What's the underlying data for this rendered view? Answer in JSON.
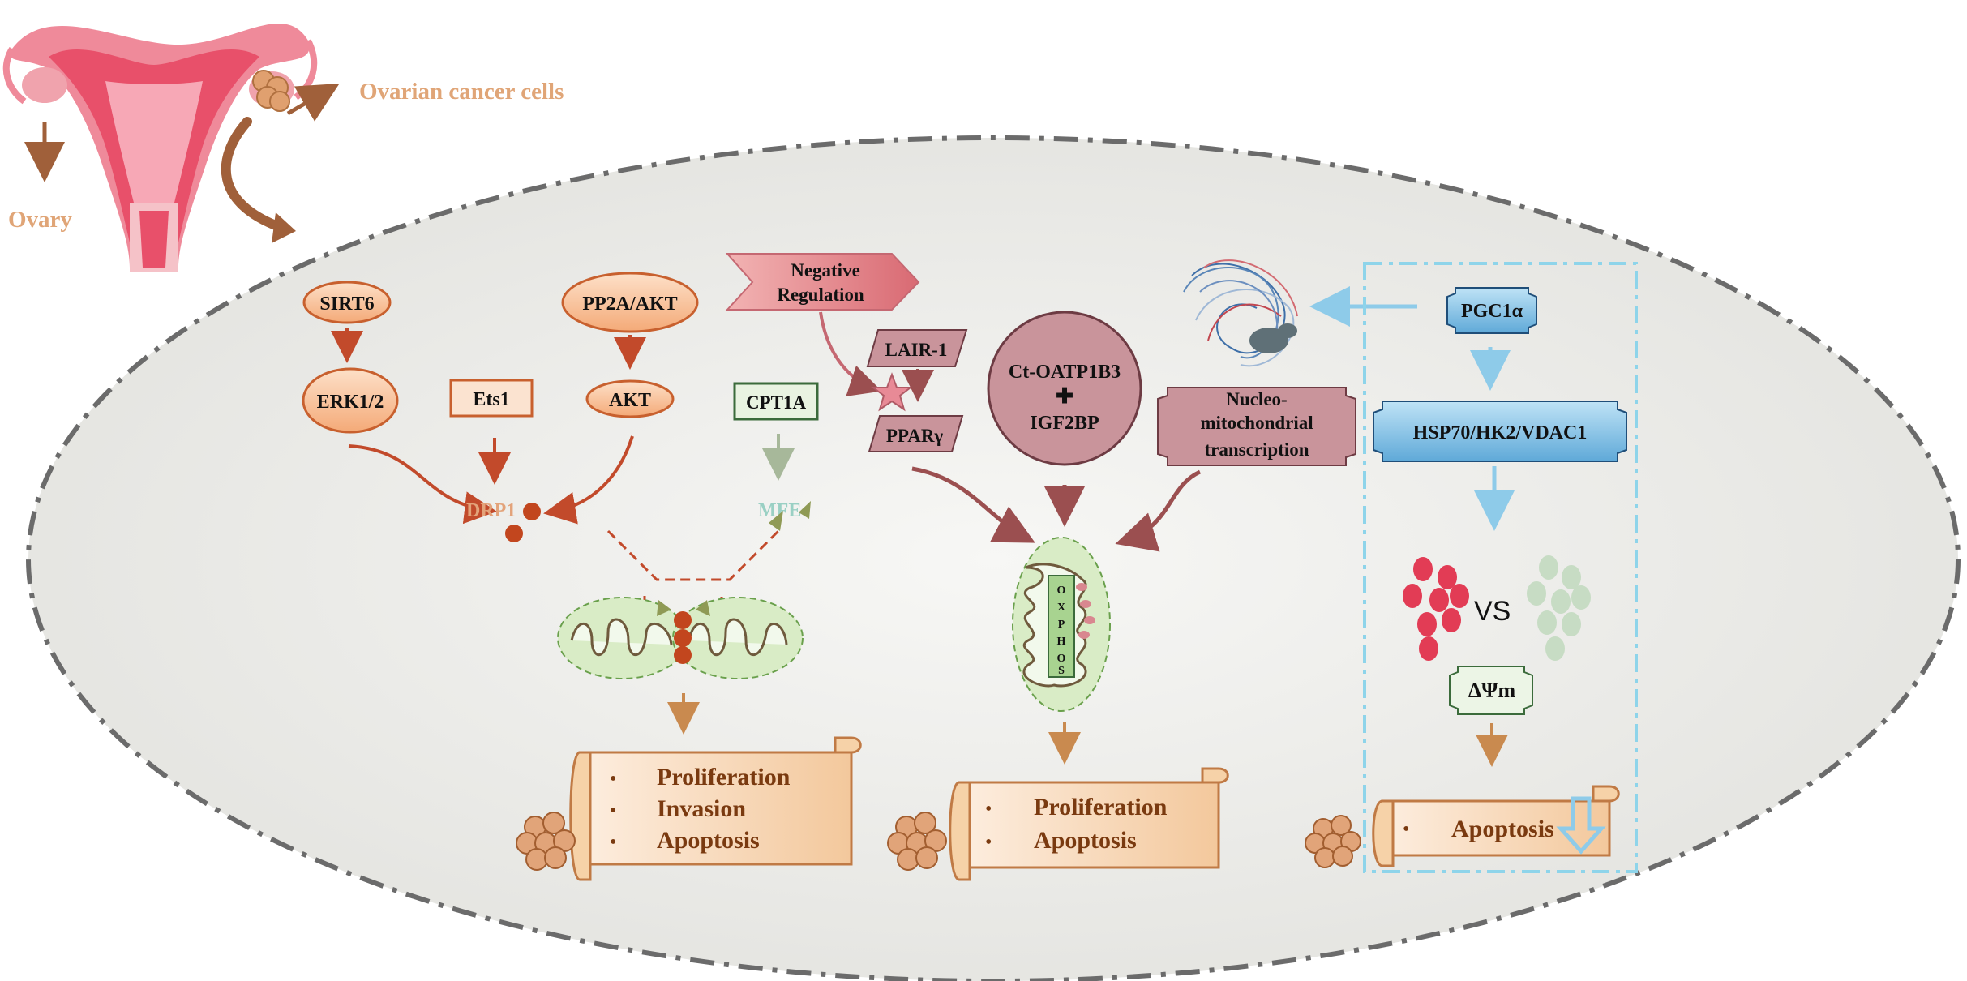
{
  "labels": {
    "ovary": "Ovary",
    "ovarian_cancer_cells": "Ovarian cancer cells",
    "sirt6": "SIRT6",
    "erk": "ERK1/2",
    "ets1": "Ets1",
    "pp2a": "PP2A/AKT",
    "akt": "AKT",
    "cpt1a": "CPT1A",
    "drp1": "DRP1",
    "mfe": "MFE",
    "neg_reg_1": "Negative",
    "neg_reg_2": "Regulation",
    "lair1": "LAIR-1",
    "ppar": "PPARγ",
    "ct_oatp_1": "Ct-OATP1B3",
    "ct_oatp_plus": "✚",
    "ct_oatp_2": "IGF2BP",
    "nucleo_1": "Nucleo-",
    "nucleo_2": "mitochondrial",
    "nucleo_3": "transcription",
    "oxphos": [
      "O",
      "X",
      "P",
      "H",
      "O",
      "S"
    ],
    "pgc1a": "PGC1α",
    "hsp70": "HSP70/HK2/VDAC1",
    "vs": "VS",
    "delta_psi": "ΔΨm"
  },
  "outcomes": {
    "left": [
      "Proliferation",
      "Invasion",
      "Apoptosis"
    ],
    "middle": [
      "Proliferation",
      "Apoptosis"
    ],
    "right": [
      "Apoptosis"
    ],
    "bullet": "•"
  },
  "colors": {
    "orange_fill": "#f9c7a3",
    "orange_stroke": "#c8602e",
    "arrow_red": "#c24a2b",
    "mito_green": "#d9ecc6",
    "pink_box": "#c9949b",
    "blue_box": "#7fc3ea",
    "scroll_fill": "#f6d2a8",
    "text_dark": "#7a3a10"
  }
}
